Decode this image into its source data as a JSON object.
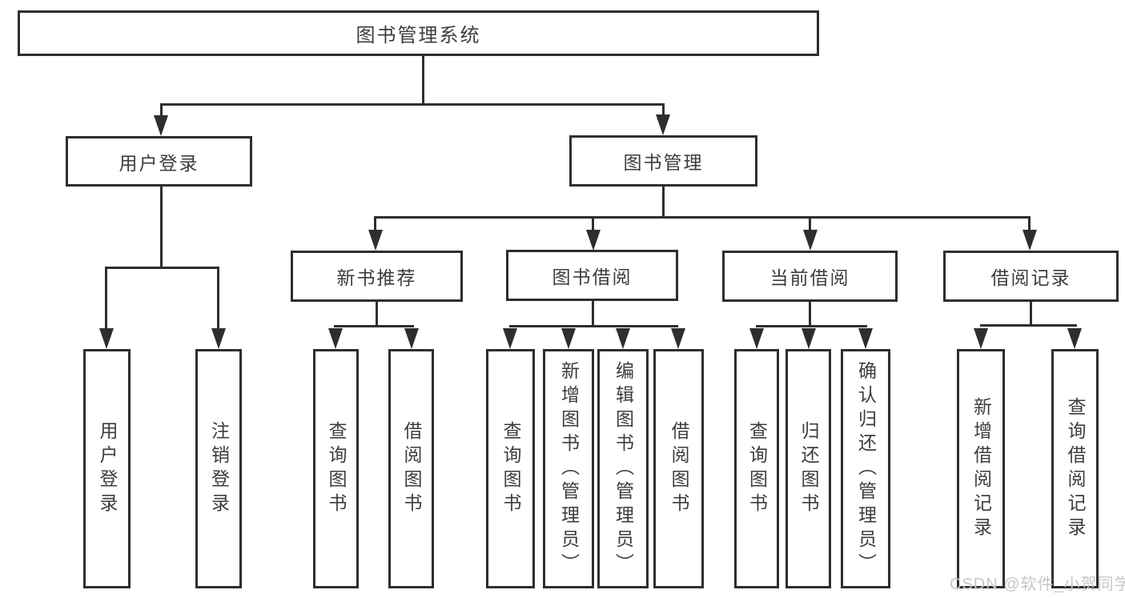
{
  "tree": {
    "label": "图书管理系统",
    "children": [
      {
        "label": "用户登录",
        "children": [
          {
            "label": "用户登录"
          },
          {
            "label": "注销登录"
          }
        ]
      },
      {
        "label": "图书管理",
        "children": [
          {
            "label": "新书推荐",
            "children": [
              {
                "label": "查询图书"
              },
              {
                "label": "借阅图书"
              }
            ]
          },
          {
            "label": "图书借阅",
            "children": [
              {
                "label": "查询图书"
              },
              {
                "label": "新增图书（管理员）"
              },
              {
                "label": "编辑图书（管理员）"
              },
              {
                "label": "借阅图书"
              }
            ]
          },
          {
            "label": "当前借阅",
            "children": [
              {
                "label": "查询图书"
              },
              {
                "label": "归还图书"
              },
              {
                "label": "确认归还（管理员）"
              }
            ]
          },
          {
            "label": "借阅记录",
            "children": [
              {
                "label": "新增借阅记录"
              },
              {
                "label": "查询借阅记录"
              }
            ]
          }
        ]
      }
    ]
  },
  "watermark": "CSDN @软件_小贺同学",
  "colors": {
    "line": "#2e2e2e",
    "text": "#3d3d3d",
    "watermark": "#c6c7c9",
    "background": "#ffffff"
  }
}
